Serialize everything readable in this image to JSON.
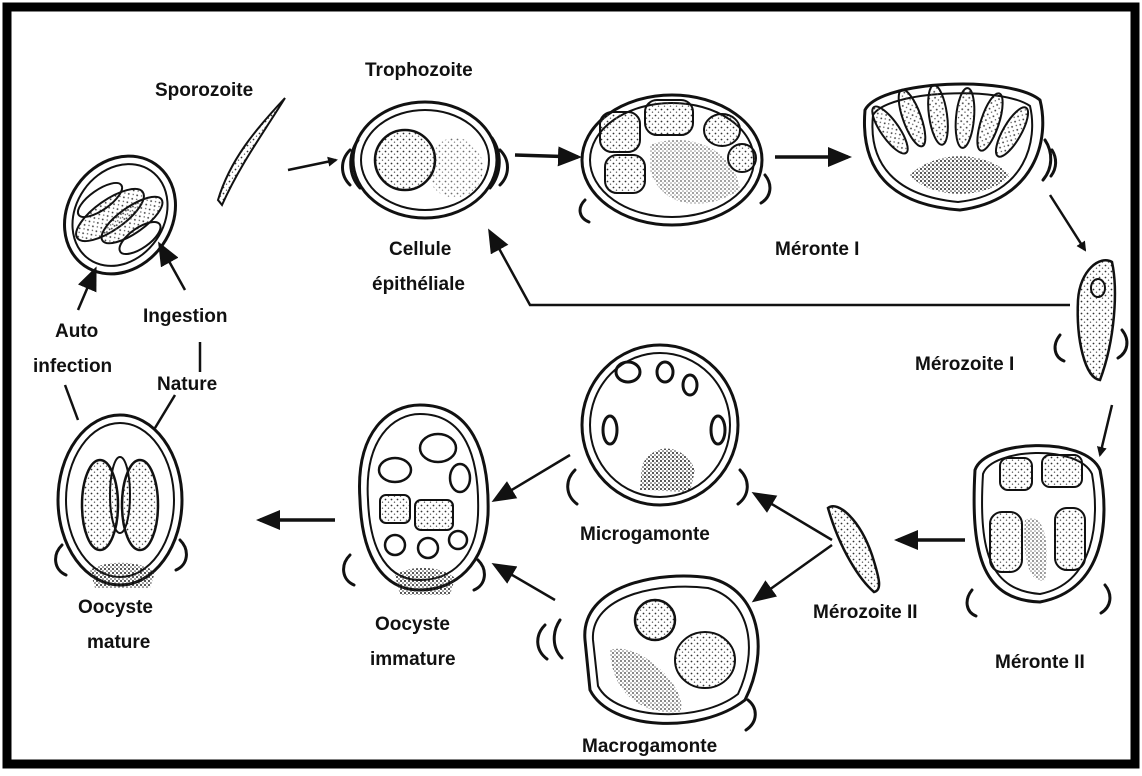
{
  "diagram": {
    "labels": {
      "sporozoite": "Sporozoite",
      "trophozoite": "Trophozoite",
      "cellule_1": "Cellule",
      "cellule_2": "épithéliale",
      "meronte_1": "Méronte I",
      "merozoite_1": "Mérozoite I",
      "meronte_2": "Méronte II",
      "merozoite_2": "Mérozoite II",
      "microgamonte": "Microgamonte",
      "macrogamonte": "Macrogamonte",
      "oocyste_imm_1": "Oocyste",
      "oocyste_imm_2": "immature",
      "oocyste_mat_1": "Oocyste",
      "oocyste_mat_2": "mature",
      "auto_1": "Auto",
      "auto_2": "infection",
      "ingestion": "Ingestion",
      "nature": "Nature"
    }
  }
}
